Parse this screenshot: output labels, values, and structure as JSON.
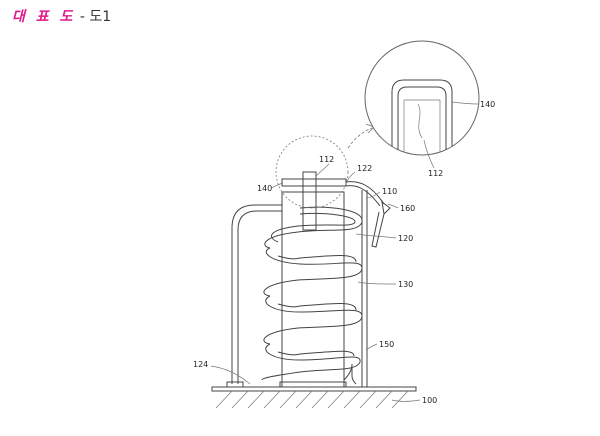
{
  "header": {
    "title": "대 표 도",
    "separator": "-",
    "figure": "도1"
  },
  "colors": {
    "title": "#e0188a",
    "line": "#444444"
  },
  "labels": {
    "l112_top": "112",
    "l122": "122",
    "l140_left": "140",
    "l110": "110",
    "l160": "160",
    "l120": "120",
    "l130": "130",
    "l150": "150",
    "l124": "124",
    "l100": "100",
    "l140_detail": "140",
    "l112_detail": "112"
  }
}
